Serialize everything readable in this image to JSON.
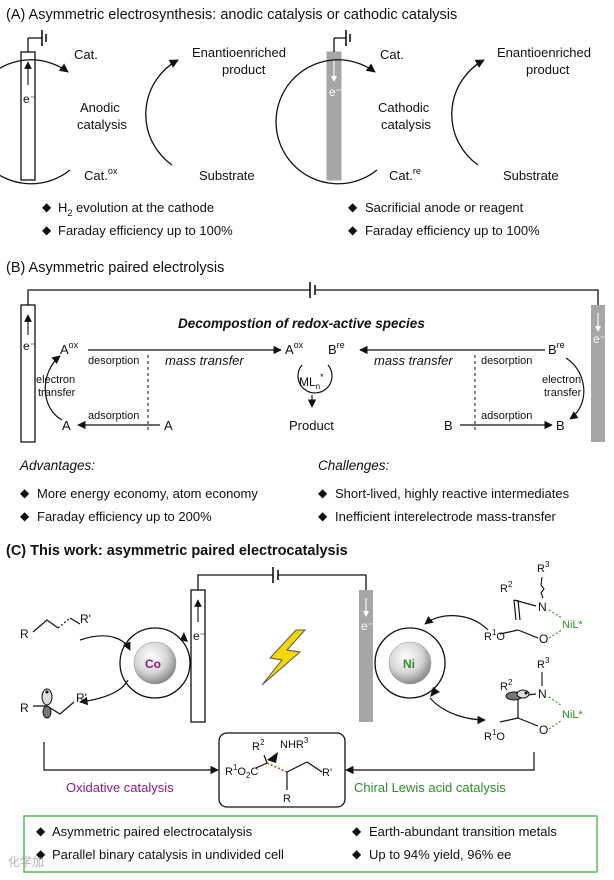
{
  "sectionA": {
    "title": "(A) Asymmetric electrosynthesis: anodic catalysis or cathodic catalysis",
    "left": {
      "electrode_label": "e⁻",
      "cat": "Cat.",
      "cat_ox": "Cat.",
      "cat_ox_sup": "ox",
      "center_line1": "Anodic",
      "center_line2": "catalysis",
      "product_line1": "Enantioenriched",
      "product_line2": "product",
      "substrate": "Substrate",
      "bullet1_pre": "H",
      "bullet1_sub": "2",
      "bullet1_post": " evolution at the cathode",
      "bullet2": "Faraday efficiency up to 100%"
    },
    "right": {
      "electrode_label": "e⁻",
      "cat": "Cat.",
      "cat_re": "Cat.",
      "cat_re_sup": "re",
      "center_line1": "Cathodic",
      "center_line2": "catalysis",
      "product_line1": "Enantioenriched",
      "product_line2": "product",
      "substrate": "Substrate",
      "bullet1": "Sacrificial anode or reagent",
      "bullet2": "Faraday efficiency up to 100%"
    }
  },
  "sectionB": {
    "title": "(B) Asymmetric paired electrolysis",
    "heading": "Decompostion of redox-active species",
    "left_e": "e⁻",
    "right_e": "e⁻",
    "A_ox": "A",
    "A_ox_sup": "ox",
    "A": "A",
    "A_right": "A",
    "desorption_left": "desorption",
    "adsorption_left": "adsorption",
    "electron_transfer_left_1": "electron",
    "electron_transfer_left_2": "transfer",
    "mass_transfer_left": "mass transfer",
    "mass_transfer_right": "mass transfer",
    "center_A": "A",
    "center_A_sup": "ox",
    "center_B": "B",
    "center_B_sup": "re",
    "ML": "ML",
    "ML_sub": "n",
    "ML_sup": "*",
    "product": "Product",
    "B_re": "B",
    "B_re_sup": "re",
    "B": "B",
    "B_right": "B",
    "desorption_right": "desorption",
    "adsorption_right": "adsorption",
    "electron_transfer_right_1": "electron",
    "electron_transfer_right_2": "transfer",
    "advantages_title": "Advantages:",
    "advantages": [
      "More energy economy, atom economy",
      "Faraday efficiency up to 200%"
    ],
    "challenges_title": "Challenges:",
    "challenges": [
      "Short-lived, highly reactive intermediates",
      "Inefficient interelectrode mass-transfer"
    ]
  },
  "sectionC": {
    "title": "(C) This work: asymmetric paired electrocatalysis",
    "co_label": "Co",
    "ni_label": "Ni",
    "left_e": "e⁻",
    "right_e": "e⁻",
    "R": "R",
    "R_prime": "R'",
    "R2": "R",
    "R2_sup": "2",
    "R3": "R",
    "R3_sup": "3",
    "N": "N",
    "NiL": "NiL*",
    "R1O": "R",
    "R1O_sup": "1",
    "R1O_post": "O",
    "O": "O",
    "product_R2": "R",
    "product_R2_sup": "2",
    "product_NHR3": "NHR",
    "product_NHR3_sup": "3",
    "product_R1O2C_pre": "R",
    "product_R1O2C_sup": "1",
    "product_R1O2C_post": "O",
    "product_R1O2C_sub": "2",
    "product_R1O2C_end": "C",
    "product_R": "R",
    "product_R_prime": "R'",
    "oxidative": "Oxidative catalysis",
    "chiral": "Chiral Lewis acid catalysis",
    "bullets_left": [
      "Asymmetric paired electrocatalysis",
      "Parallel binary catalysis in undivided cell"
    ],
    "bullets_right": [
      "Earth-abundant transition metals",
      "Up to 94% yield, 96% ee"
    ],
    "colors": {
      "purple": "#8a1a8a",
      "green": "#2e8b2e",
      "box_border": "#5cb85c",
      "bolt": "#f5d800"
    }
  },
  "watermark": "化学加"
}
